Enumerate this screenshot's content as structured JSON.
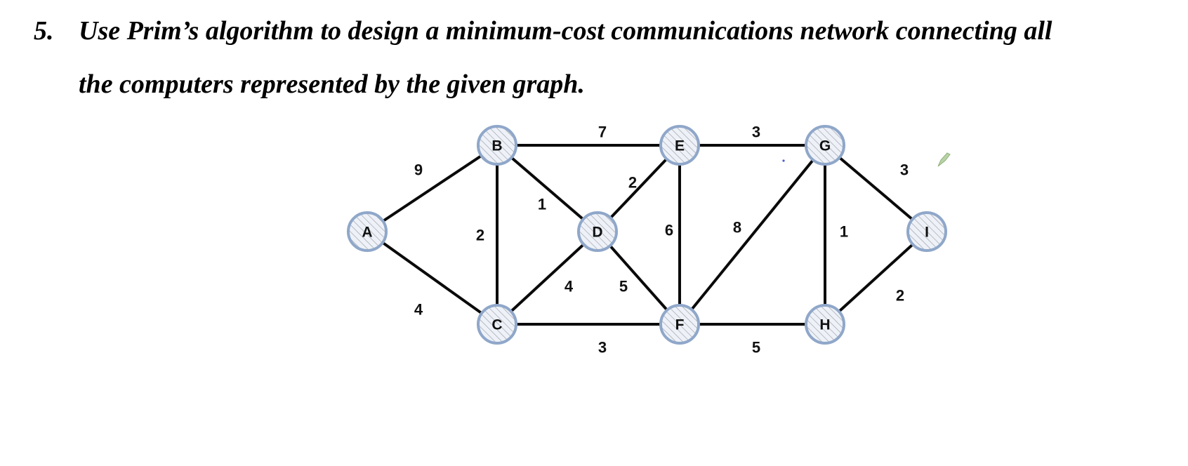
{
  "question": {
    "number": "5.",
    "line1": "Use Prim’s algorithm to design a minimum-cost communications network connecting all",
    "line2": "the computers represented by the given graph."
  },
  "graph": {
    "nodes": [
      "A",
      "B",
      "C",
      "D",
      "E",
      "F",
      "G",
      "H",
      "I"
    ],
    "edges": [
      {
        "from": "A",
        "to": "B",
        "weight": "9"
      },
      {
        "from": "A",
        "to": "C",
        "weight": "4"
      },
      {
        "from": "B",
        "to": "C",
        "weight": "2"
      },
      {
        "from": "B",
        "to": "D",
        "weight": "1"
      },
      {
        "from": "B",
        "to": "E",
        "weight": "7"
      },
      {
        "from": "C",
        "to": "D",
        "weight": "4"
      },
      {
        "from": "C",
        "to": "F",
        "weight": "3"
      },
      {
        "from": "D",
        "to": "E",
        "weight": "2"
      },
      {
        "from": "D",
        "to": "F",
        "weight": "5"
      },
      {
        "from": "E",
        "to": "F",
        "weight": "6"
      },
      {
        "from": "E",
        "to": "G",
        "weight": "3"
      },
      {
        "from": "F",
        "to": "G",
        "weight": "8"
      },
      {
        "from": "F",
        "to": "H",
        "weight": "5"
      },
      {
        "from": "G",
        "to": "H",
        "weight": "1"
      },
      {
        "from": "G",
        "to": "I",
        "weight": "3"
      },
      {
        "from": "H",
        "to": "I",
        "weight": "2"
      }
    ],
    "colors": {
      "node_stroke": "#8fa7c9",
      "node_fill": "#eef2f8",
      "hatch": "#9a9ea6",
      "edge": "#0a0a0a"
    }
  }
}
